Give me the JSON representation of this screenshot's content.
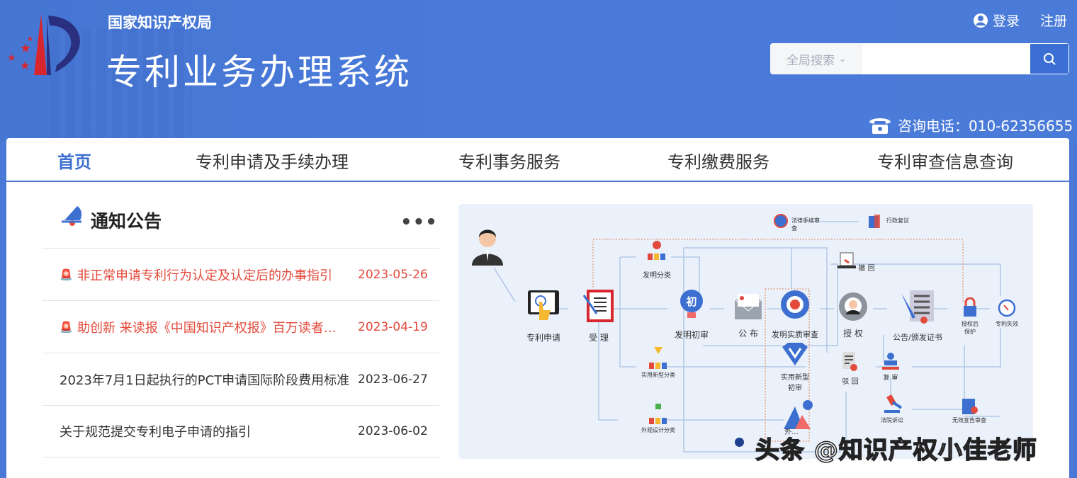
{
  "header": {
    "org_name": "国家知识产权局",
    "system_title": "专利业务办理系统",
    "login": "登录",
    "register": "注册",
    "search": {
      "scope": "全局搜索",
      "placeholder": ""
    },
    "hotline": "咨询电话：010-62356655"
  },
  "nav": [
    {
      "label": "首页",
      "active": true
    },
    {
      "label": "专利申请及手续办理"
    },
    {
      "label": "专利事务服务"
    },
    {
      "label": "专利缴费服务"
    },
    {
      "label": "专利审查信息查询"
    }
  ],
  "notices": {
    "title": "通知公告",
    "more": "•••",
    "items": [
      {
        "title": "非正常申请专利行为认定及认定后的办事指引",
        "date": "2023-05-26",
        "hot": true
      },
      {
        "title": "助创新 来读报《中国知识产权报》百万读者行动",
        "date": "2023-04-19",
        "hot": true
      },
      {
        "title": "2023年7月1日起执行的PCT申请国际阶段费用标准",
        "date": "2023-06-27",
        "hot": false
      },
      {
        "title": "关于规范提交专利电子申请的指引",
        "date": "2023-06-02",
        "hot": false
      }
    ]
  },
  "flow": {
    "nodes": {
      "apply": "专利申请",
      "accept": "受 理",
      "inv_class": "发明分类",
      "inv_prelim": "发明初审",
      "publish": "公 布",
      "inv_subst": "发明实质审查",
      "grant": "授 权",
      "announce": "公告/颁发证书",
      "protect": "授权后\n保护",
      "invalid": "专利失效",
      "legal": "法律手续审\n查",
      "admin": "行政复议",
      "withdraw": "撤 回",
      "um_class": "实用新型分类",
      "um_prelim": "实用新型\n初审",
      "reject": "驳 回",
      "reexam": "复 审",
      "court": "法院诉讼",
      "inval_exam": "无效宣告审查",
      "design_class": "外观设计分类",
      "design": "外..."
    }
  },
  "watermark": "头条 @知识产权小佳老师",
  "colors": {
    "brand_blue": "#4a78d6",
    "hot_red": "#e24a3b"
  }
}
